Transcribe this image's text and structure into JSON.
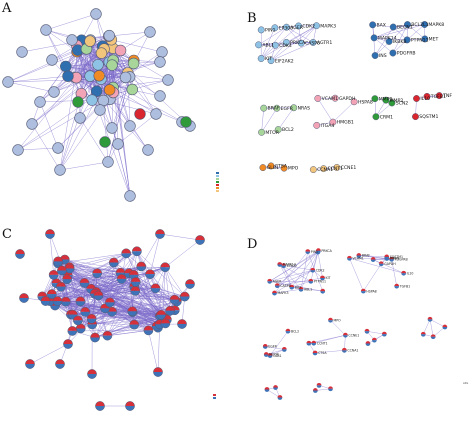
{
  "panels": {
    "a": {
      "label": "A"
    },
    "b": {
      "label": "B"
    },
    "c": {
      "label": "C"
    },
    "d": {
      "label": "D"
    }
  },
  "colors": {
    "edge": "#7b68c9",
    "node_default": "#aebedf",
    "node_stroke": "#555b75",
    "blue_dark": "#2f6fb0",
    "blue_light": "#8fc3e6",
    "green_light": "#a8d69a",
    "green_dark": "#2f9a3a",
    "pink": "#f2a3b6",
    "red": "#d9262f",
    "orange": "#f08a24",
    "tan": "#f2c57c",
    "pie_red": "#d6303a",
    "pie_blue": "#3e73b7"
  },
  "network_b": {
    "cluster1": [
      "PIN1",
      "EP300",
      "AGER",
      "CDK2",
      "MAPK3",
      "ABL1",
      "CDK4",
      "PRKCA",
      "CASP8",
      "AGTR1",
      "KIT",
      "EIF2AK2"
    ],
    "cluster2": [
      "BAX",
      "BECN1",
      "BCL2L1",
      "MAPK8",
      "MAPK14",
      "IKBKB",
      "PTPN11",
      "MET",
      "INS",
      "PDGFRB"
    ],
    "cluster3": [
      "BRAF",
      "EGFR",
      "NRAS",
      "MTOR",
      "BCL2",
      "VCAM1",
      "GAPDH",
      "HSPA8",
      "ITGA4",
      "HMGB1",
      "MMP9",
      "MMP2",
      "SCN2",
      "CRM1",
      "IL10",
      "TGFB1",
      "TNF",
      "SQSTM1"
    ],
    "cluster4": [
      "GLB1",
      "CTSA",
      "MPO",
      "CCNA1",
      "CCNT1",
      "CCNE1"
    ]
  },
  "network_d": {
    "labels": [
      "EP300",
      "PIN1",
      "AGER",
      "CDK2",
      "MAPK3",
      "ABL1",
      "PRKCA",
      "CASP8",
      "KIT",
      "BAX",
      "MAPK14",
      "PTPN11",
      "PDGFRB",
      "VCAM1",
      "GAPDH",
      "HSPA8",
      "MMP9",
      "IL10",
      "TGFB1",
      "SQSTM1",
      "BRAF",
      "EGFR",
      "MTOR",
      "BCL2",
      "GLB1",
      "CTSA",
      "CCNA1",
      "CCNT1",
      "MPO",
      "CCNE1"
    ],
    "legend": "ADL"
  }
}
